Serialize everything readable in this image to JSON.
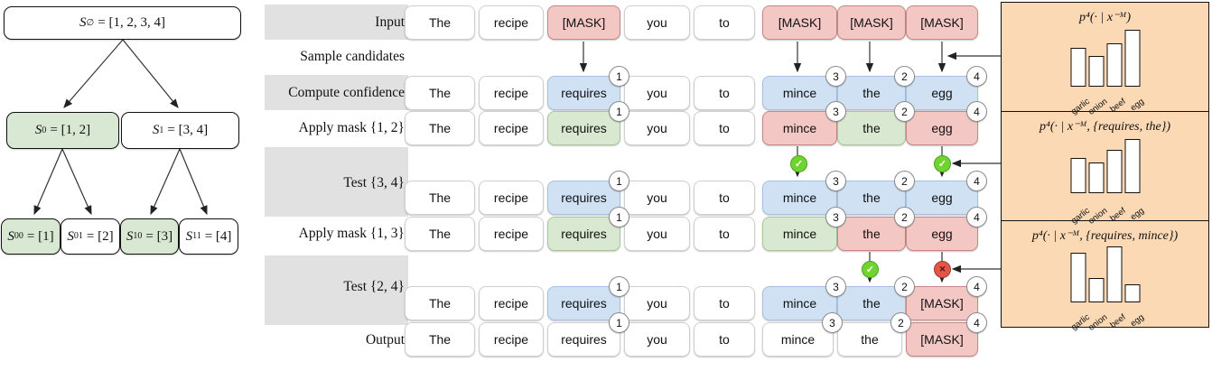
{
  "tree": {
    "nodes": [
      {
        "var": "S",
        "sub": "∅",
        "eq": "= [1, 2, 3, 4]",
        "green": false
      },
      {
        "var": "S",
        "sub": "0",
        "eq": "= [1, 2]",
        "green": true
      },
      {
        "var": "S",
        "sub": "1",
        "eq": "= [3, 4]",
        "green": false
      },
      {
        "var": "S",
        "sub": "00",
        "eq": "= [1]",
        "green": true
      },
      {
        "var": "S",
        "sub": "01",
        "eq": "= [2]",
        "green": false
      },
      {
        "var": "S",
        "sub": "10",
        "eq": "= [3]",
        "green": true
      },
      {
        "var": "S",
        "sub": "11",
        "eq": "= [4]",
        "green": false
      }
    ]
  },
  "table": {
    "rows": [
      {
        "label": "Input",
        "cells": [
          {
            "text": "The",
            "color": "white"
          },
          {
            "text": "recipe",
            "color": "white"
          },
          {
            "text": "[MASK]",
            "color": "red"
          },
          {
            "text": "you",
            "color": "white"
          },
          {
            "text": "to",
            "color": "white"
          },
          {
            "text": "[MASK]",
            "color": "red"
          },
          {
            "text": "[MASK]",
            "color": "red"
          },
          {
            "text": "[MASK]",
            "color": "red"
          }
        ]
      },
      {
        "label": "Sample candidates",
        "cells": []
      },
      {
        "label": "Compute confidence",
        "cells": [
          {
            "text": "The",
            "color": "white"
          },
          {
            "text": "recipe",
            "color": "white"
          },
          {
            "text": "requires",
            "color": "blue",
            "badge": "1"
          },
          {
            "text": "you",
            "color": "white"
          },
          {
            "text": "to",
            "color": "white"
          },
          {
            "text": "mince",
            "color": "blue",
            "badge": "3"
          },
          {
            "text": "the",
            "color": "blue",
            "badge": "2"
          },
          {
            "text": "egg",
            "color": "blue",
            "badge": "4"
          }
        ]
      },
      {
        "label": "Apply mask {1, 2}",
        "cells": [
          {
            "text": "The",
            "color": "white"
          },
          {
            "text": "recipe",
            "color": "white"
          },
          {
            "text": "requires",
            "color": "green",
            "badge": "1"
          },
          {
            "text": "you",
            "color": "white"
          },
          {
            "text": "to",
            "color": "white"
          },
          {
            "text": "mince",
            "color": "red",
            "badge": "3"
          },
          {
            "text": "the",
            "color": "green",
            "badge": "2"
          },
          {
            "text": "egg",
            "color": "red",
            "badge": "4"
          }
        ]
      },
      {
        "label": "Test {3, 4}",
        "cells": [
          {
            "text": "The",
            "color": "white"
          },
          {
            "text": "recipe",
            "color": "white"
          },
          {
            "text": "requires",
            "color": "blue",
            "badge": "1"
          },
          {
            "text": "you",
            "color": "white"
          },
          {
            "text": "to",
            "color": "white"
          },
          {
            "text": "mince",
            "color": "blue",
            "badge": "3"
          },
          {
            "text": "the",
            "color": "blue",
            "badge": "2"
          },
          {
            "text": "egg",
            "color": "blue",
            "badge": "4"
          }
        ]
      },
      {
        "label": "Apply mask {1, 3}",
        "cells": [
          {
            "text": "The",
            "color": "white"
          },
          {
            "text": "recipe",
            "color": "white"
          },
          {
            "text": "requires",
            "color": "green",
            "badge": "1"
          },
          {
            "text": "you",
            "color": "white"
          },
          {
            "text": "to",
            "color": "white"
          },
          {
            "text": "mince",
            "color": "green",
            "badge": "3"
          },
          {
            "text": "the",
            "color": "red",
            "badge": "2"
          },
          {
            "text": "egg",
            "color": "red",
            "badge": "4"
          }
        ]
      },
      {
        "label": "Test {2, 4}",
        "cells": [
          {
            "text": "The",
            "color": "white"
          },
          {
            "text": "recipe",
            "color": "white"
          },
          {
            "text": "requires",
            "color": "blue",
            "badge": "1"
          },
          {
            "text": "you",
            "color": "white"
          },
          {
            "text": "to",
            "color": "white"
          },
          {
            "text": "mince",
            "color": "blue",
            "badge": "3"
          },
          {
            "text": "the",
            "color": "blue",
            "badge": "2"
          },
          {
            "text": "[MASK]",
            "color": "red",
            "badge": "4"
          }
        ]
      },
      {
        "label": "Output",
        "cells": [
          {
            "text": "The",
            "color": "white"
          },
          {
            "text": "recipe",
            "color": "white"
          },
          {
            "text": "requires",
            "color": "white",
            "badge": "1"
          },
          {
            "text": "you",
            "color": "white"
          },
          {
            "text": "to",
            "color": "white"
          },
          {
            "text": "mince",
            "color": "white",
            "badge": "3"
          },
          {
            "text": "the",
            "color": "white",
            "badge": "2"
          },
          {
            "text": "[MASK]",
            "color": "red",
            "badge": "4"
          }
        ]
      }
    ]
  },
  "icons": {
    "check": "✓",
    "cross": "✕"
  },
  "panels": {
    "categories": [
      "garlic",
      "onion",
      "beef",
      "egg"
    ],
    "items": [
      {
        "title": "p⁴(· | x⁻ᴹ)",
        "values": [
          0.62,
          0.49,
          0.69,
          0.9
        ]
      },
      {
        "title": "p⁴(· | x⁻ᴹ, {requires, the})",
        "values": [
          0.56,
          0.49,
          0.68,
          0.85
        ]
      },
      {
        "title": "p⁴(· | x⁻ᴹ, {requires, mince})",
        "values": [
          0.78,
          0.38,
          0.88,
          0.28
        ]
      }
    ]
  },
  "colors": {
    "mask_red": "#f3c7c4",
    "confidence_blue": "#cfe1f3",
    "keep_green": "#d8e8d1",
    "band_gray": "#e1e1e1",
    "panel_bg": "#fbd9b4",
    "check_green": "#6fd42f",
    "cross_red": "#e25549"
  }
}
